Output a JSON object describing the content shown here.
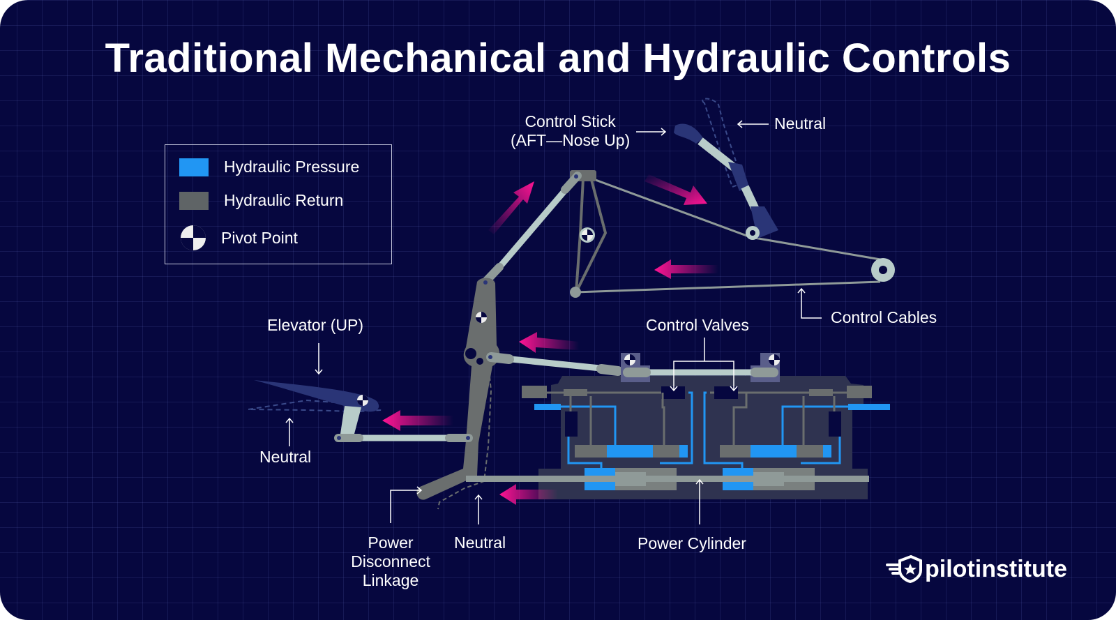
{
  "title": "Traditional Mechanical and Hydraulic Controls",
  "legend": {
    "items": [
      {
        "label": "Hydraulic Pressure",
        "color": "#2196f3"
      },
      {
        "label": "Hydraulic Return",
        "color": "#5f6466"
      },
      {
        "label": "Pivot Point",
        "icon": "pivot-point-icon"
      }
    ]
  },
  "labels": {
    "control_stick_line1": "Control Stick",
    "control_stick_line2": "(AFT—Nose Up)",
    "neutral_stick": "Neutral",
    "control_cables": "Control Cables",
    "control_valves": "Control Valves",
    "elevator": "Elevator (UP)",
    "neutral_elevator": "Neutral",
    "power_disconnect_line1": "Power",
    "power_disconnect_line2": "Disconnect",
    "power_disconnect_line3": "Linkage",
    "neutral_linkage": "Neutral",
    "power_cylinder": "Power Cylinder"
  },
  "colors": {
    "background": "#06073f",
    "hydraulic_pressure": "#2196f3",
    "hydraulic_return": "#5f6466",
    "motion_arrow": "#ff1493",
    "linkage_light": "#b8ccc9",
    "linkage_dark": "#6a6e6e",
    "housing": "#2f3350",
    "stick": "#2a3577"
  },
  "brand": {
    "name": "pilotinstitute"
  }
}
